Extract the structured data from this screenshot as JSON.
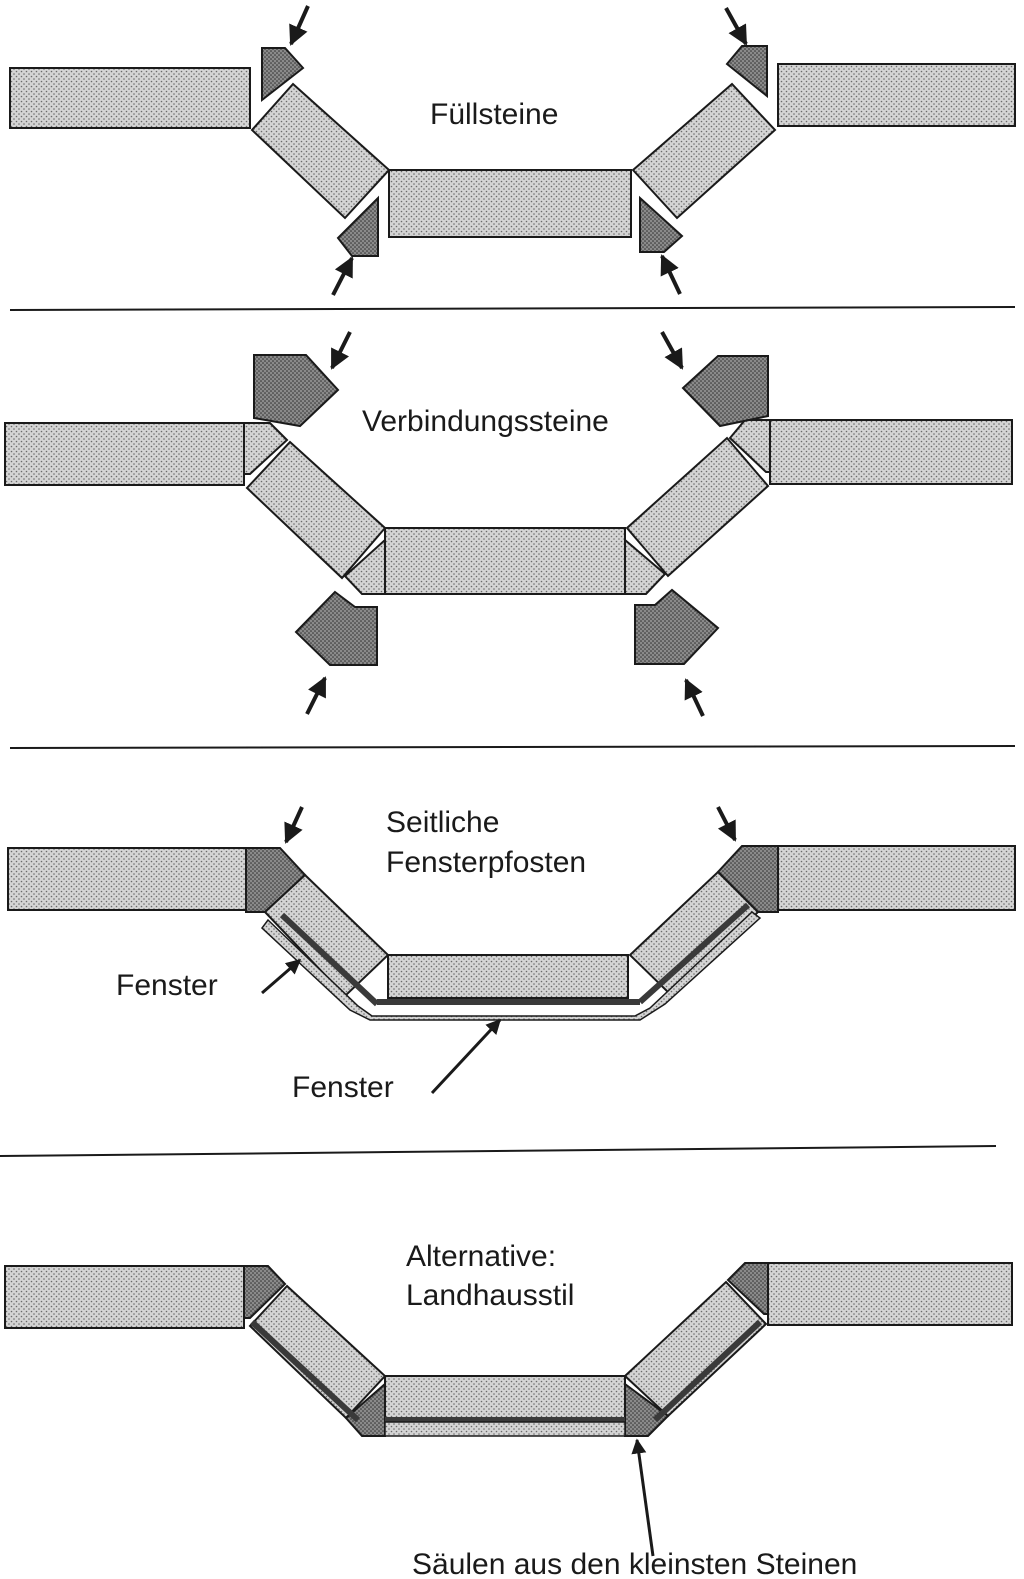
{
  "panels": [
    {
      "labels": [
        "Füllsteine"
      ]
    },
    {
      "labels": [
        "Verbindungssteine"
      ]
    },
    {
      "labels": [
        "Seitliche",
        "Fensterpfosten",
        "Fenster",
        "Fenster"
      ]
    },
    {
      "labels": [
        "Alternative:",
        "Landhausstil",
        "Säulen aus den kleinsten Steinen"
      ]
    }
  ],
  "colors": {
    "brick_fill": "#d2d2d2",
    "filler_fill": "#8f8f8f",
    "window_strip": "#3a3a3a",
    "outline": "#1a1a1a",
    "background": "#ffffff"
  },
  "icons": [
    "arrow-icon"
  ]
}
